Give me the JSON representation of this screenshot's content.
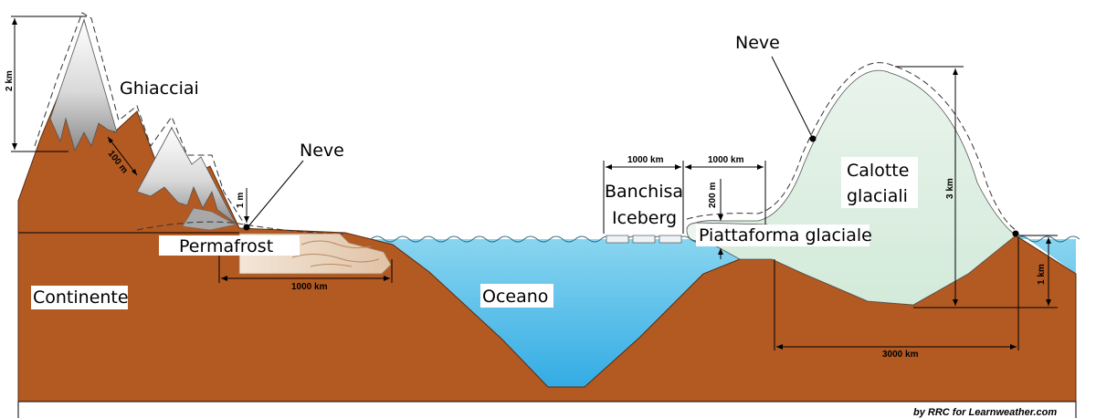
{
  "labels": {
    "ghiacciai": "Ghiacciai",
    "neve_left": "Neve",
    "neve_right": "Neve",
    "permafrost": "Permafrost",
    "continente": "Continente",
    "oceano": "Oceano",
    "banchisa": "Banchisa",
    "iceberg": "Iceberg",
    "piattaforma": "Piattaforma glaciale",
    "calotte_1": "Calotte",
    "calotte_2": "glaciali"
  },
  "dimensions": {
    "mountain_height": "2 km",
    "glacier_thickness": "100 m",
    "snow_depth": "1 m",
    "permafrost_length": "1000 km",
    "banchisa_length": "1000 km",
    "shelf_length": "1000 km",
    "shelf_thickness": "200 m",
    "icecap_height": "3 km",
    "icecap_width": "3000 km",
    "land_height": "1 km"
  },
  "credit": "by RRC for Learnweather.com",
  "colors": {
    "land": "#b35a23",
    "ocean_top": "#7fd2ee",
    "ocean_bottom": "#3bb0e6",
    "icecap": "#e3f1e6",
    "snow_light": "#f6f6f6",
    "snow_dark": "#8c8c8c"
  }
}
